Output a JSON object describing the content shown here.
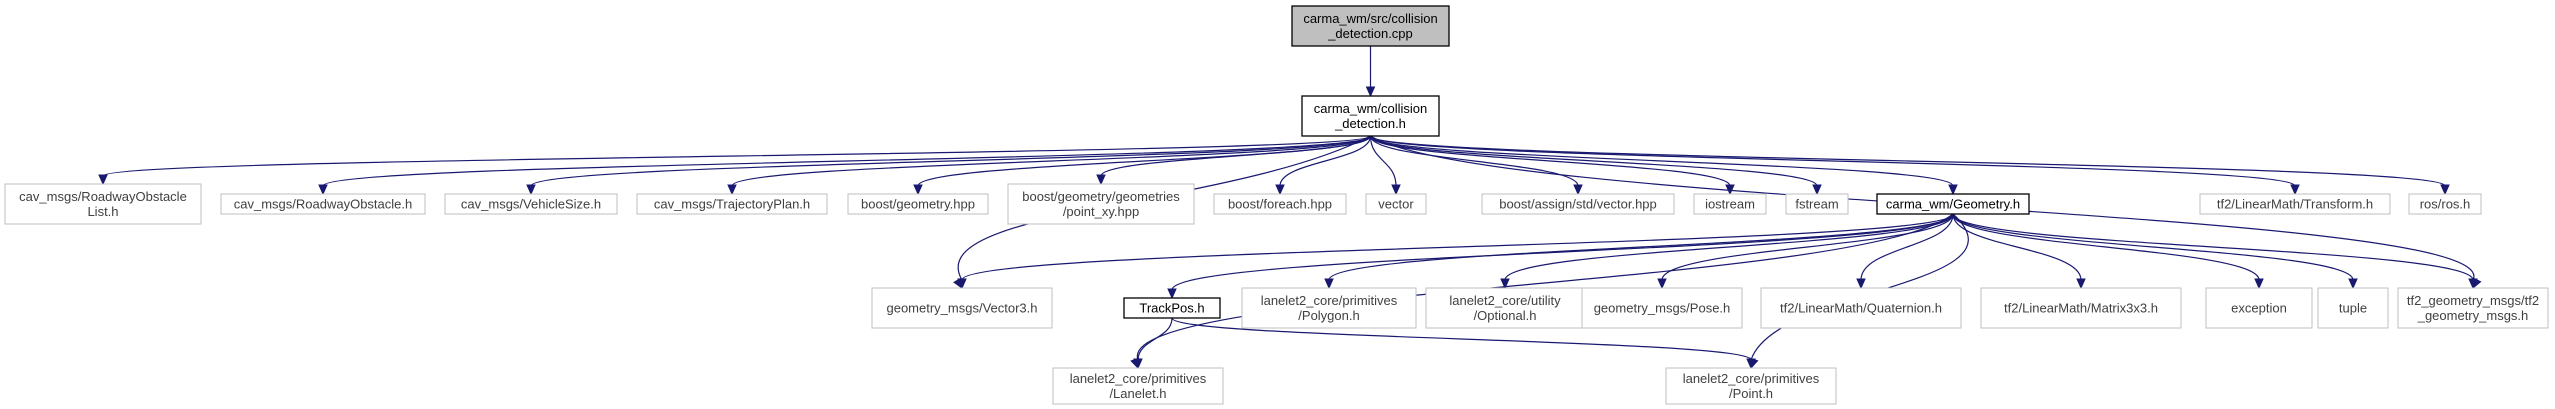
{
  "nodes": [
    {
      "id": "root",
      "lines": [
        "carma_wm/src/collision",
        "_detection.cpp"
      ],
      "style": "root"
    },
    {
      "id": "cd",
      "lines": [
        "carma_wm/collision",
        "_detection.h"
      ],
      "style": "linked"
    },
    {
      "id": "rol",
      "lines": [
        "cav_msgs/RoadwayObstacle",
        "List.h"
      ],
      "style": "sys"
    },
    {
      "id": "ro",
      "lines": [
        "cav_msgs/RoadwayObstacle.h"
      ],
      "style": "sys"
    },
    {
      "id": "vs",
      "lines": [
        "cav_msgs/VehicleSize.h"
      ],
      "style": "sys"
    },
    {
      "id": "tp",
      "lines": [
        "cav_msgs/TrajectoryPlan.h"
      ],
      "style": "sys"
    },
    {
      "id": "bg",
      "lines": [
        "boost/geometry.hpp"
      ],
      "style": "sys"
    },
    {
      "id": "bgg",
      "lines": [
        "boost/geometry/geometries",
        "/point_xy.hpp"
      ],
      "style": "sys"
    },
    {
      "id": "bf",
      "lines": [
        "boost/foreach.hpp"
      ],
      "style": "sys"
    },
    {
      "id": "vec",
      "lines": [
        "vector"
      ],
      "style": "sys"
    },
    {
      "id": "bav",
      "lines": [
        "boost/assign/std/vector.hpp"
      ],
      "style": "sys"
    },
    {
      "id": "ios",
      "lines": [
        "iostream"
      ],
      "style": "sys"
    },
    {
      "id": "fs",
      "lines": [
        "fstream"
      ],
      "style": "sys"
    },
    {
      "id": "geo",
      "lines": [
        "carma_wm/Geometry.h"
      ],
      "style": "linked"
    },
    {
      "id": "tf2t",
      "lines": [
        "tf2/LinearMath/Transform.h"
      ],
      "style": "sys"
    },
    {
      "id": "ros",
      "lines": [
        "ros/ros.h"
      ],
      "style": "sys"
    },
    {
      "id": "v3",
      "lines": [
        "geometry_msgs/Vector3.h"
      ],
      "style": "sys"
    },
    {
      "id": "tpos",
      "lines": [
        "TrackPos.h"
      ],
      "style": "linked"
    },
    {
      "id": "poly",
      "lines": [
        "lanelet2_core/primitives",
        "/Polygon.h"
      ],
      "style": "sys"
    },
    {
      "id": "opt",
      "lines": [
        "lanelet2_core/utility",
        "/Optional.h"
      ],
      "style": "sys"
    },
    {
      "id": "pose",
      "lines": [
        "geometry_msgs/Pose.h"
      ],
      "style": "sys"
    },
    {
      "id": "quat",
      "lines": [
        "tf2/LinearMath/Quaternion.h"
      ],
      "style": "sys"
    },
    {
      "id": "mat",
      "lines": [
        "tf2/LinearMath/Matrix3x3.h"
      ],
      "style": "sys"
    },
    {
      "id": "exc",
      "lines": [
        "exception"
      ],
      "style": "sys"
    },
    {
      "id": "tup",
      "lines": [
        "tuple"
      ],
      "style": "sys"
    },
    {
      "id": "tf2g",
      "lines": [
        "tf2_geometry_msgs/tf2",
        "_geometry_msgs.h"
      ],
      "style": "sys"
    },
    {
      "id": "ll",
      "lines": [
        "lanelet2_core/primitives",
        "/Lanelet.h"
      ],
      "style": "sys"
    },
    {
      "id": "pt",
      "lines": [
        "lanelet2_core/primitives",
        "/Point.h"
      ],
      "style": "sys"
    }
  ],
  "edges": [
    {
      "from": "root",
      "to": "cd"
    },
    {
      "from": "cd",
      "to": "rol"
    },
    {
      "from": "cd",
      "to": "ro"
    },
    {
      "from": "cd",
      "to": "vs"
    },
    {
      "from": "cd",
      "to": "tp"
    },
    {
      "from": "cd",
      "to": "bg"
    },
    {
      "from": "cd",
      "to": "bgg"
    },
    {
      "from": "cd",
      "to": "bf"
    },
    {
      "from": "cd",
      "to": "vec"
    },
    {
      "from": "cd",
      "to": "bav"
    },
    {
      "from": "cd",
      "to": "ios"
    },
    {
      "from": "cd",
      "to": "fs"
    },
    {
      "from": "cd",
      "to": "geo"
    },
    {
      "from": "cd",
      "to": "tf2t"
    },
    {
      "from": "cd",
      "to": "ros"
    },
    {
      "from": "cd",
      "to": "v3"
    },
    {
      "from": "cd",
      "to": "tf2g"
    },
    {
      "from": "geo",
      "to": "v3"
    },
    {
      "from": "geo",
      "to": "tpos"
    },
    {
      "from": "geo",
      "to": "poly"
    },
    {
      "from": "geo",
      "to": "opt"
    },
    {
      "from": "geo",
      "to": "pose"
    },
    {
      "from": "geo",
      "to": "quat"
    },
    {
      "from": "geo",
      "to": "mat"
    },
    {
      "from": "geo",
      "to": "exc"
    },
    {
      "from": "geo",
      "to": "tup"
    },
    {
      "from": "geo",
      "to": "tf2g"
    },
    {
      "from": "geo",
      "to": "ll"
    },
    {
      "from": "geo",
      "to": "pt"
    },
    {
      "from": "tpos",
      "to": "ll"
    },
    {
      "from": "tpos",
      "to": "pt"
    }
  ],
  "colors": {
    "edge": "#191970",
    "root_fill": "#bfbfbf",
    "linked_border": "#000000",
    "system_border": "#bfbfbf"
  }
}
